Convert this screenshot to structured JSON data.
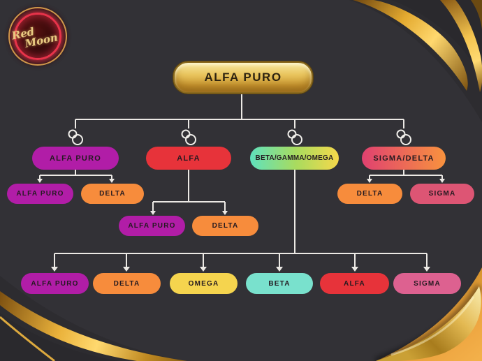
{
  "canvas": {
    "background": "#323136"
  },
  "logo": {
    "line1": "Red",
    "line2": "Moon",
    "ring_color": "#e8334a",
    "gold_ring_color": "#c9a24a",
    "text_color": "#e9cb82"
  },
  "palette": {
    "connector_line": "#ece9e5",
    "gold_dark": "#7c4f10",
    "gold_bright": "#ffd96f",
    "node_text": "#241a20"
  },
  "icons": {
    "branch_marker": "overlapping-rings-icon"
  },
  "tree": {
    "root": {
      "label": "ALFA PURO",
      "bg": "linear-gradient(180deg,#f8e9a0 0%,#e9c55e 40%,#cf9c33 78%,#b9882a 100%)",
      "text_color": "#2d2310"
    },
    "level2": [
      {
        "label": "ALFA PURO",
        "bg": "#b11da7"
      },
      {
        "label": "ALFA",
        "bg": "#e7333a"
      },
      {
        "label": "BETA/GAMMA/OMEGA",
        "bg": "linear-gradient(90deg,#5fe1bd 0%,#a9db5e 52%,#f5d84b 100%)"
      },
      {
        "label": "SIGMA/DELTA",
        "bg": "linear-gradient(90deg,#e04170 0%,#f8923e 100%)"
      }
    ],
    "alfa_puro_children": [
      {
        "label": "ALFA PURO",
        "bg": "#b11da7"
      },
      {
        "label": "DELTA",
        "bg": "#f78c3c"
      }
    ],
    "alfa_children": [
      {
        "label": "ALFA PURO",
        "bg": "#b11da7"
      },
      {
        "label": "DELTA",
        "bg": "#f78c3c"
      }
    ],
    "sigma_delta_children": [
      {
        "label": "DELTA",
        "bg": "#f78c3c"
      },
      {
        "label": "SIGMA",
        "bg": "#dd5574"
      }
    ],
    "beta_gamma_omega_children": [
      {
        "label": "ALFA PURO",
        "bg": "#b11da7"
      },
      {
        "label": "DELTA",
        "bg": "#f78c3c"
      },
      {
        "label": "OMEGA",
        "bg": "#f5d44e"
      },
      {
        "label": "BETA",
        "bg": "#79e1cd"
      },
      {
        "label": "ALFA",
        "bg": "#e7333a"
      },
      {
        "label": "SIGMA",
        "bg": "#dd6190"
      }
    ]
  }
}
